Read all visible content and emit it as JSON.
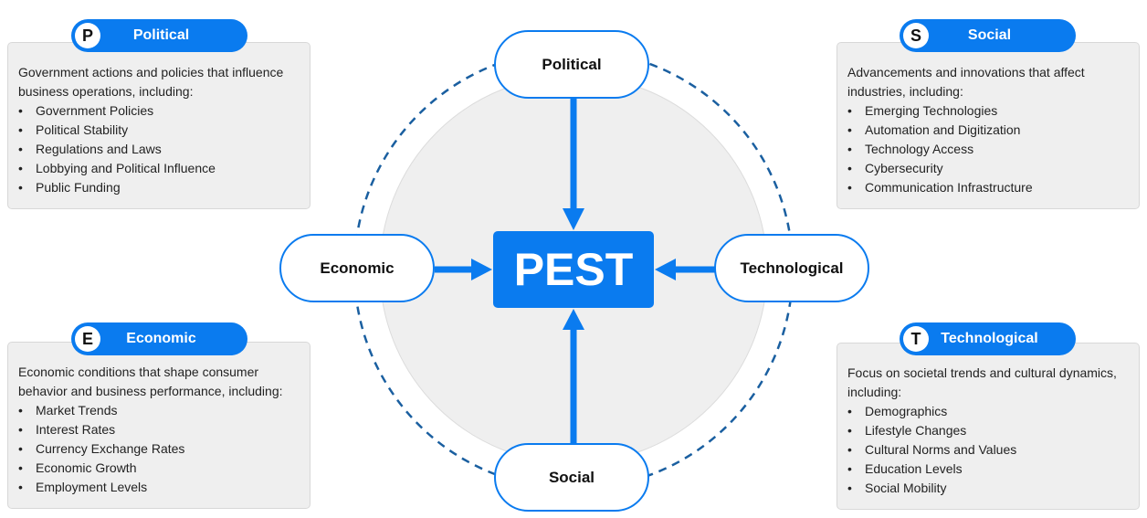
{
  "center": {
    "title": "PEST"
  },
  "nodes": {
    "political": "Political",
    "economic": "Economic",
    "technological": "Technological",
    "social": "Social"
  },
  "panels": [
    {
      "letter": "P",
      "title": "Political",
      "desc": "Government actions and policies that influence business operations, including:",
      "items": [
        "Government Policies",
        "Political Stability",
        "Regulations and Laws",
        "Lobbying and Political Influence",
        "Public Funding"
      ]
    },
    {
      "letter": "S",
      "title": "Social",
      "desc": "Advancements and innovations that affect industries, including:",
      "items": [
        "Emerging Technologies",
        "Automation and Digitization",
        "Technology Access",
        "Cybersecurity",
        "Communication Infrastructure"
      ]
    },
    {
      "letter": "E",
      "title": "Economic",
      "desc": "Economic conditions that shape consumer behavior and business performance, including:",
      "items": [
        "Market Trends",
        "Interest Rates",
        "Currency Exchange Rates",
        "Economic Growth",
        "Employment Levels"
      ]
    },
    {
      "letter": "T",
      "title": "Technological",
      "desc": "Focus on societal trends and cultural dynamics, including:",
      "items": [
        "Demographics",
        "Lifestyle Changes",
        "Cultural Norms and Values",
        "Education Levels",
        "Social Mobility"
      ]
    }
  ],
  "colors": {
    "accent": "#0a7bef",
    "dashed": "#1a5fa0",
    "panel": "#efefef"
  }
}
